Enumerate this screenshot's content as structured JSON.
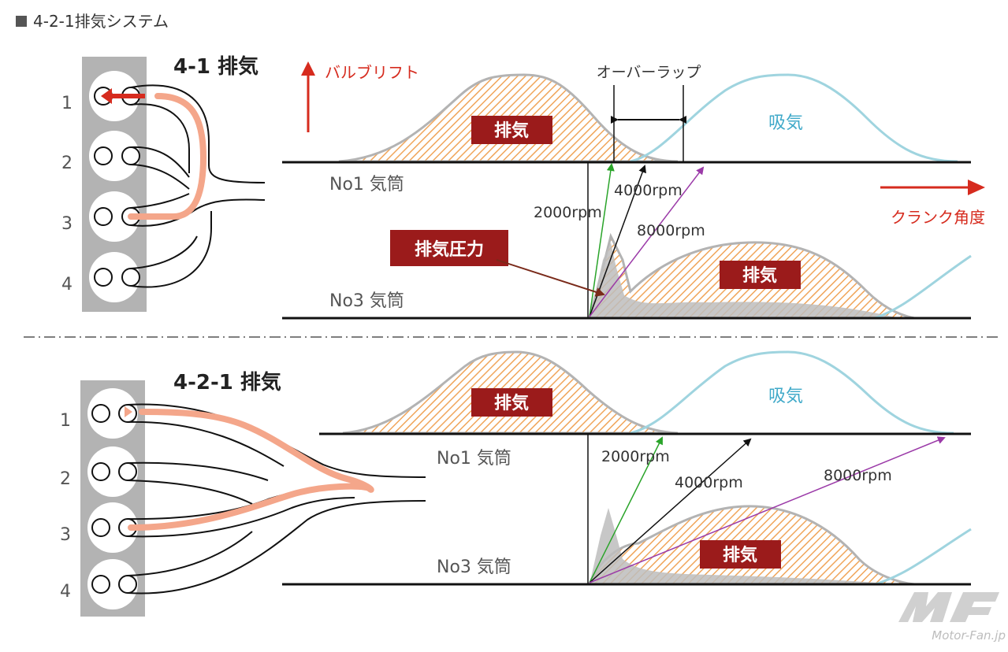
{
  "title": "4-2-1排気システム",
  "colors": {
    "red": "#d62b1e",
    "box_red": "#9b1b1b",
    "orange": "#f0a55a",
    "pipe_flow": "#f4a68a",
    "intake_blue": "#9fd4df",
    "gray_curve": "#b3b3b3",
    "engine_gray": "#b3b3b3",
    "green": "#2aa42a",
    "purple": "#9b3aa8",
    "pressure_arrow": "#7a2a1a"
  },
  "top_panel": {
    "heading": "4-1 排気",
    "cylinders": [
      "1",
      "2",
      "3",
      "4"
    ],
    "valve_lift_label": "バルブリフト",
    "overlap_label": "オーバーラップ",
    "exhaust_label": "排気",
    "intake_label": "吸気",
    "no1_label": "No1 気筒",
    "no3_label": "No3 気筒",
    "crank_label": "クランク角度",
    "pressure_label": "排気圧力",
    "rpm": [
      "2000rpm",
      "4000rpm",
      "8000rpm"
    ]
  },
  "bottom_panel": {
    "heading": "4-2-1 排気",
    "cylinders": [
      "1",
      "2",
      "3",
      "4"
    ],
    "exhaust_label": "排気",
    "intake_label": "吸気",
    "no1_label": "No1 気筒",
    "no3_label": "No3 気筒",
    "rpm": [
      "2000rpm",
      "4000rpm",
      "8000rpm"
    ]
  },
  "watermark": "Motor-Fan.jp",
  "icons": {
    "title_marker": "square-bullet-icon",
    "flow_arrow": "arrow-left-icon",
    "up_arrow": "arrow-up-icon",
    "right_arrow": "arrow-right-icon"
  }
}
